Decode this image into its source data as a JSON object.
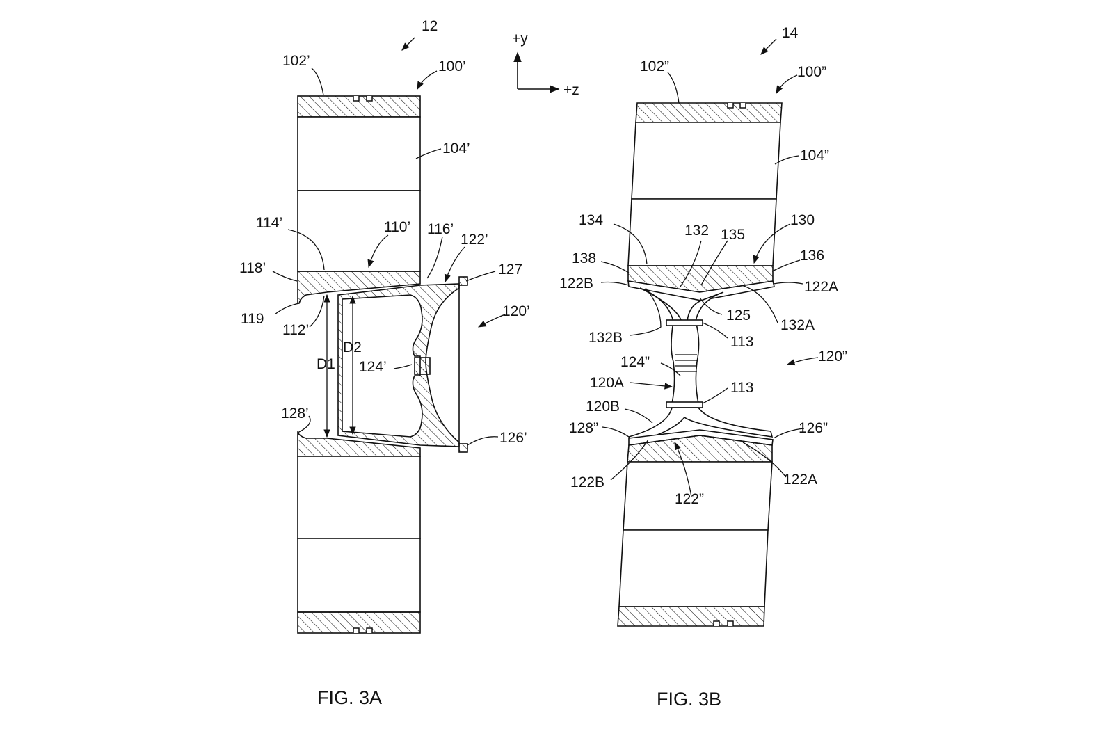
{
  "axes": {
    "y_label": "+y",
    "z_label": "+z"
  },
  "fig3a": {
    "caption": "FIG. 3A",
    "labels": {
      "l12": "12",
      "l102": "102’",
      "l100": "100’",
      "l104": "104’",
      "l114": "114’",
      "l110": "110’",
      "l116": "116’",
      "l122": "122’",
      "l118": "118’",
      "l127": "127",
      "l120": "120’",
      "l119": "119",
      "l112": "112’",
      "l124": "124’",
      "lD1": "D1",
      "lD2": "D2",
      "l128": "128’",
      "l126": "126’"
    }
  },
  "fig3b": {
    "caption": "FIG. 3B",
    "labels": {
      "l14": "14",
      "l102": "102”",
      "l100": "100”",
      "l104": "104”",
      "l134": "134",
      "l132": "132",
      "l135": "135",
      "l130": "130",
      "l138": "138",
      "l136": "136",
      "l122B_top": "122B",
      "l122A_top": "122A",
      "l125": "125",
      "l132B": "132B",
      "l132A": "132A",
      "l113_top": "113",
      "l124": "124”",
      "l120": "120”",
      "l120A": "120A",
      "l113_bot": "113",
      "l120B": "120B",
      "l128": "128”",
      "l126": "126”",
      "l122B_bot": "122B",
      "l122A_bot": "122A",
      "l122": "122”"
    }
  }
}
